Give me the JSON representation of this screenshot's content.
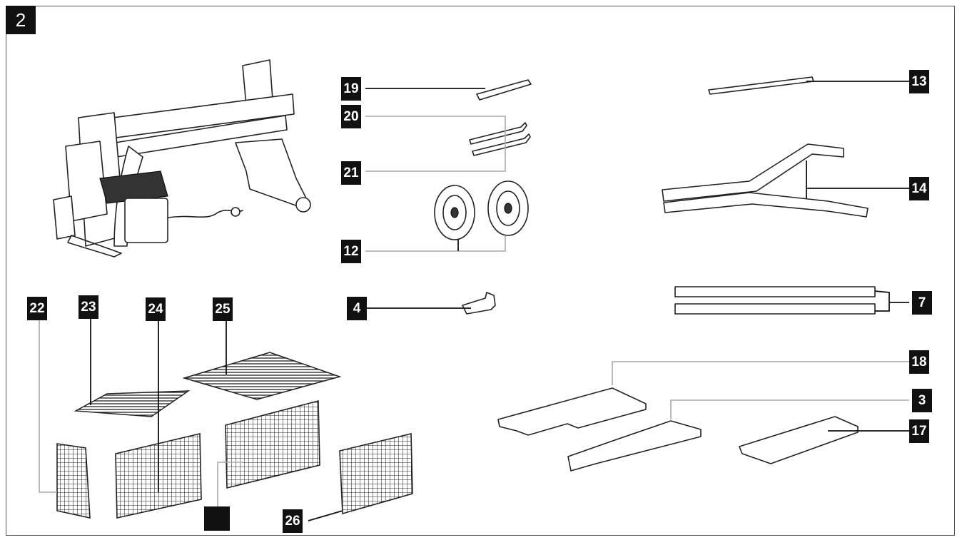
{
  "figure": {
    "number": "2"
  },
  "callouts": {
    "c19": "19",
    "c20": "20",
    "c21": "21",
    "c12": "12",
    "c4": "4",
    "c13": "13",
    "c14": "14",
    "c7": "7",
    "c18": "18",
    "c3": "3",
    "c17": "17",
    "c22": "22",
    "c23": "23",
    "c24": "24",
    "c25": "25",
    "c26": "26",
    "c_blank": ""
  },
  "colors": {
    "label_bg": "#111111",
    "label_text": "#ffffff",
    "line": "#222222",
    "leader_light": "#aaaaaa"
  }
}
